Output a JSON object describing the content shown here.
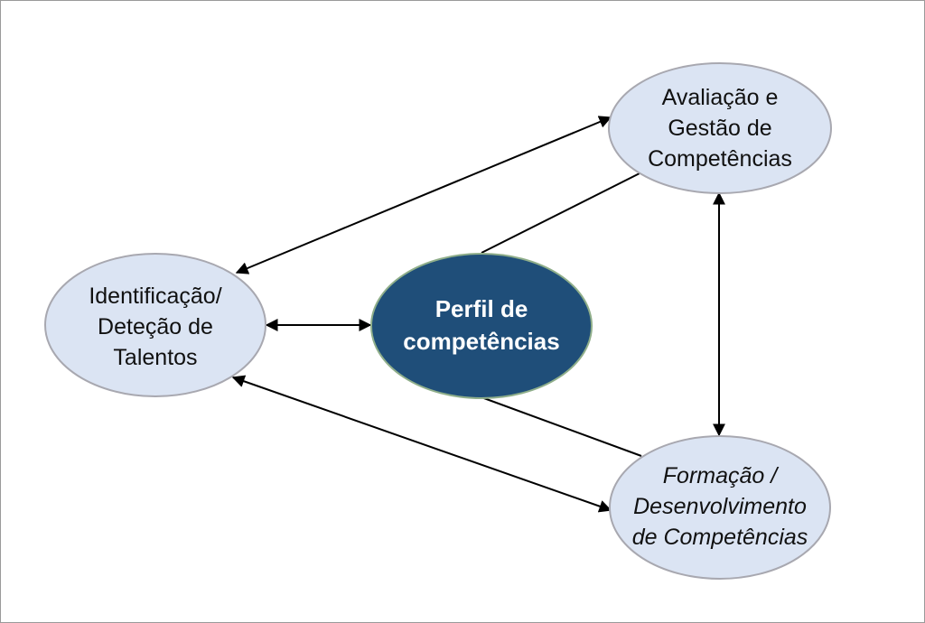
{
  "diagram": {
    "center": {
      "lines": [
        "Perfil de",
        "competências"
      ],
      "fill": "#1f4e79"
    },
    "nodes": {
      "top_right": {
        "lines": [
          "Avaliação e",
          "Gestão de",
          "Competências"
        ]
      },
      "left": {
        "lines": [
          "Identificação/",
          "Deteção de",
          "Talentos"
        ]
      },
      "bottom_right": {
        "lines": [
          "Formação /",
          "Desenvolvimento",
          "de Competências"
        ]
      }
    },
    "colors": {
      "node_fill": "#dbe4f3",
      "node_stroke": "#a8a8b0",
      "line": "#000000"
    }
  }
}
